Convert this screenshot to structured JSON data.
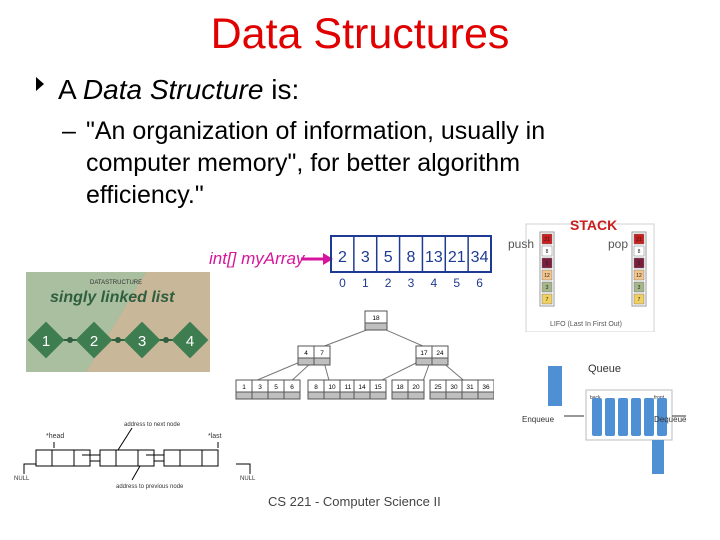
{
  "slide": {
    "title": "Data Structures",
    "bullet_pre": "A ",
    "bullet_em": "Data Structure",
    "bullet_post": " is:",
    "sub_dash": "–",
    "sub_text": "\"An organization of information, usually in computer memory\", for better algorithm efficiency.\"",
    "footer": "CS 221 - Computer Science II"
  },
  "array_figure": {
    "label": "int[] myArray",
    "values": [
      "2",
      "3",
      "5",
      "8",
      "13",
      "21",
      "34"
    ],
    "indices": [
      "0",
      "1",
      "2",
      "3",
      "4",
      "5",
      "6"
    ]
  },
  "stack_figure": {
    "title": "STACK",
    "push_label": "push",
    "pop_label": "pop",
    "caption": "LIFO (Last In First Out)",
    "left_items": [
      "21",
      "8",
      "5",
      "12",
      "3",
      "7"
    ],
    "right_items": [
      "21",
      "8",
      "5",
      "12",
      "3",
      "7"
    ]
  },
  "linked_list_banner": {
    "header": "DATASTRUCTURE",
    "title": "singly linked list",
    "nodes": [
      "1",
      "2",
      "3",
      "4"
    ]
  },
  "btree_figure": {
    "root": [
      "18"
    ],
    "level1": [
      [
        "4",
        "7"
      ],
      [
        "17",
        "24"
      ]
    ],
    "leaves": [
      [
        "1",
        "3"
      ],
      [
        "5",
        "6"
      ],
      [
        "8",
        "10",
        "11"
      ],
      [
        "14",
        "15"
      ],
      [
        "18",
        "20"
      ],
      [
        "25",
        "30",
        "31",
        "36"
      ]
    ]
  },
  "linked_list_diagram": {
    "head_label": "*head",
    "last_label": "*last",
    "addr_next": "address to next node",
    "addr_prev": "address to previous node",
    "null_left": "NULL",
    "null_right": "NULL"
  },
  "queue_figure": {
    "title": "Queue",
    "enqueue": "Enqueue",
    "dequeue": "Dequeue",
    "back": "back",
    "front": "front"
  },
  "colors": {
    "title": "#e00000",
    "array_text": "#1f3a93",
    "magenta": "#d6149c",
    "banner_bg": "#7fa68f",
    "banner_green": "#3e7d4f",
    "queue_blue": "#4f8fd3"
  }
}
